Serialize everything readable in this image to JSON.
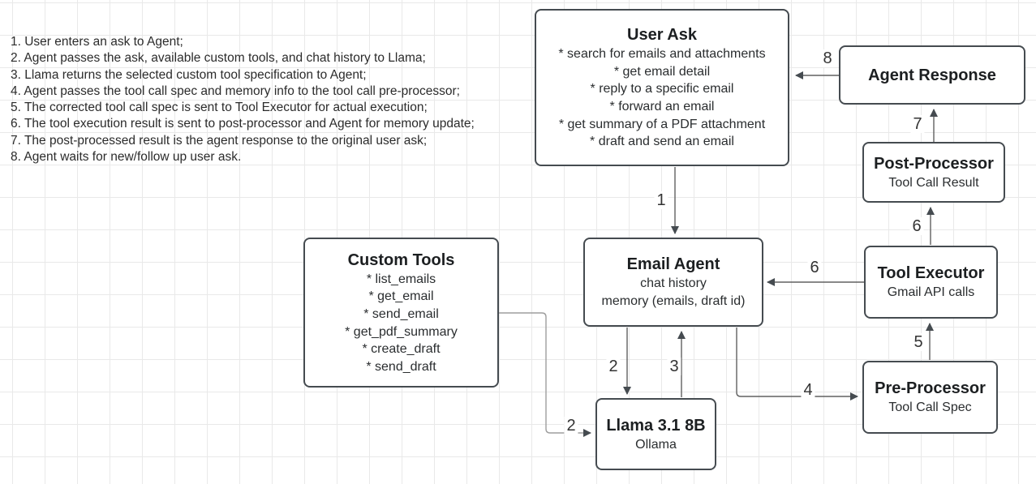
{
  "colors": {
    "node_border": "#454b50",
    "connector": "#616161",
    "connector_light": "#9e9e9e",
    "grid": "#e9e9e9",
    "background": "#ffffff",
    "text": "#2a2d2f"
  },
  "steps": {
    "lines": [
      "1. User enters an ask to Agent;",
      "2. Agent passes the ask, available custom tools, and chat history to Llama;",
      "3. Llama returns the selected custom tool specification to Agent;",
      "4. Agent passes the tool call spec and memory info to the tool call pre-processor;",
      "5. The corrected tool call spec is sent to Tool Executor for actual execution;",
      "6. The tool execution result is sent to post-processor and Agent for memory update;",
      "7. The post-processed result is the agent response to the original user ask;",
      "8. Agent waits for new/follow up user ask."
    ]
  },
  "nodes": {
    "user_ask": {
      "title": "User Ask",
      "items": [
        "* search for emails and attachments",
        "* get email detail",
        "* reply to a specific email",
        "* forward an email",
        "* get summary of a PDF attachment",
        "* draft and send an email"
      ]
    },
    "agent_response": {
      "title": "Agent Response"
    },
    "post_processor": {
      "title": "Post-Processor",
      "subtitle": "Tool Call Result"
    },
    "tool_executor": {
      "title": "Tool Executor",
      "subtitle": "Gmail API calls"
    },
    "email_agent": {
      "title": "Email Agent",
      "lines": [
        "chat history",
        "memory (emails, draft id)"
      ]
    },
    "custom_tools": {
      "title": "Custom Tools",
      "items": [
        "* list_emails",
        "* get_email",
        "* send_email",
        "* get_pdf_summary",
        "* create_draft",
        "* send_draft"
      ]
    },
    "pre_processor": {
      "title": "Pre-Processor",
      "subtitle": "Tool Call Spec"
    },
    "llama": {
      "title": "Llama 3.1 8B",
      "subtitle": "Ollama"
    }
  },
  "edges": [
    {
      "label": "1",
      "from": "User Ask",
      "to": "Email Agent"
    },
    {
      "label": "2",
      "from": "Email Agent",
      "to": "Llama 3.1 8B"
    },
    {
      "label": "2",
      "from": "Custom Tools",
      "to": "Llama 3.1 8B"
    },
    {
      "label": "3",
      "from": "Llama 3.1 8B",
      "to": "Email Agent"
    },
    {
      "label": "4",
      "from": "Email Agent",
      "to": "Pre-Processor"
    },
    {
      "label": "5",
      "from": "Pre-Processor",
      "to": "Tool Executor"
    },
    {
      "label": "6",
      "from": "Tool Executor",
      "to": "Post-Processor"
    },
    {
      "label": "6",
      "from": "Tool Executor",
      "to": "Email Agent"
    },
    {
      "label": "7",
      "from": "Post-Processor",
      "to": "Agent Response"
    },
    {
      "label": "8",
      "from": "Agent Response",
      "to": "User Ask"
    }
  ]
}
